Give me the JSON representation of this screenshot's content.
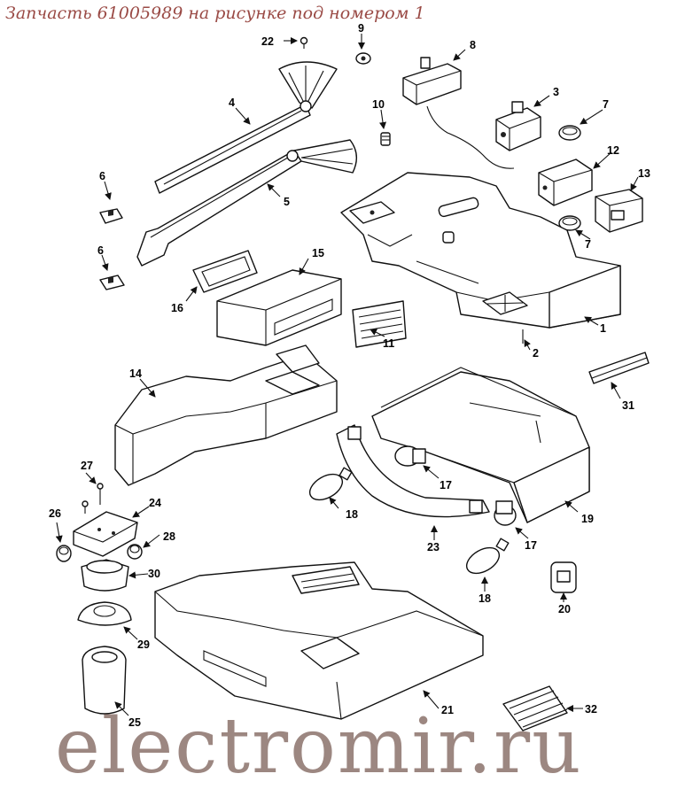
{
  "header": {
    "title": "Запчасть 61005989 на рисунке под номером 1"
  },
  "watermark": {
    "text": "electromir.ru"
  },
  "callouts": [
    {
      "id": "c1",
      "label": "1"
    },
    {
      "id": "c2",
      "label": "2"
    },
    {
      "id": "c3",
      "label": "3"
    },
    {
      "id": "c4",
      "label": "4"
    },
    {
      "id": "c5",
      "label": "5"
    },
    {
      "id": "c6a",
      "label": "6"
    },
    {
      "id": "c6b",
      "label": "6"
    },
    {
      "id": "c7a",
      "label": "7"
    },
    {
      "id": "c7b",
      "label": "7"
    },
    {
      "id": "c8",
      "label": "8"
    },
    {
      "id": "c9",
      "label": "9"
    },
    {
      "id": "c10",
      "label": "10"
    },
    {
      "id": "c11",
      "label": "11"
    },
    {
      "id": "c12",
      "label": "12"
    },
    {
      "id": "c13",
      "label": "13"
    },
    {
      "id": "c14",
      "label": "14"
    },
    {
      "id": "c15",
      "label": "15"
    },
    {
      "id": "c16",
      "label": "16"
    },
    {
      "id": "c17a",
      "label": "17"
    },
    {
      "id": "c17b",
      "label": "17"
    },
    {
      "id": "c18a",
      "label": "18"
    },
    {
      "id": "c18b",
      "label": "18"
    },
    {
      "id": "c19",
      "label": "19"
    },
    {
      "id": "c20",
      "label": "20"
    },
    {
      "id": "c21",
      "label": "21"
    },
    {
      "id": "c22",
      "label": "22"
    },
    {
      "id": "c23",
      "label": "23"
    },
    {
      "id": "c24",
      "label": "24"
    },
    {
      "id": "c25",
      "label": "25"
    },
    {
      "id": "c26",
      "label": "26"
    },
    {
      "id": "c27",
      "label": "27"
    },
    {
      "id": "c28",
      "label": "28"
    },
    {
      "id": "c29",
      "label": "29"
    },
    {
      "id": "c30",
      "label": "30"
    },
    {
      "id": "c31",
      "label": "31"
    },
    {
      "id": "c32",
      "label": "32"
    }
  ]
}
